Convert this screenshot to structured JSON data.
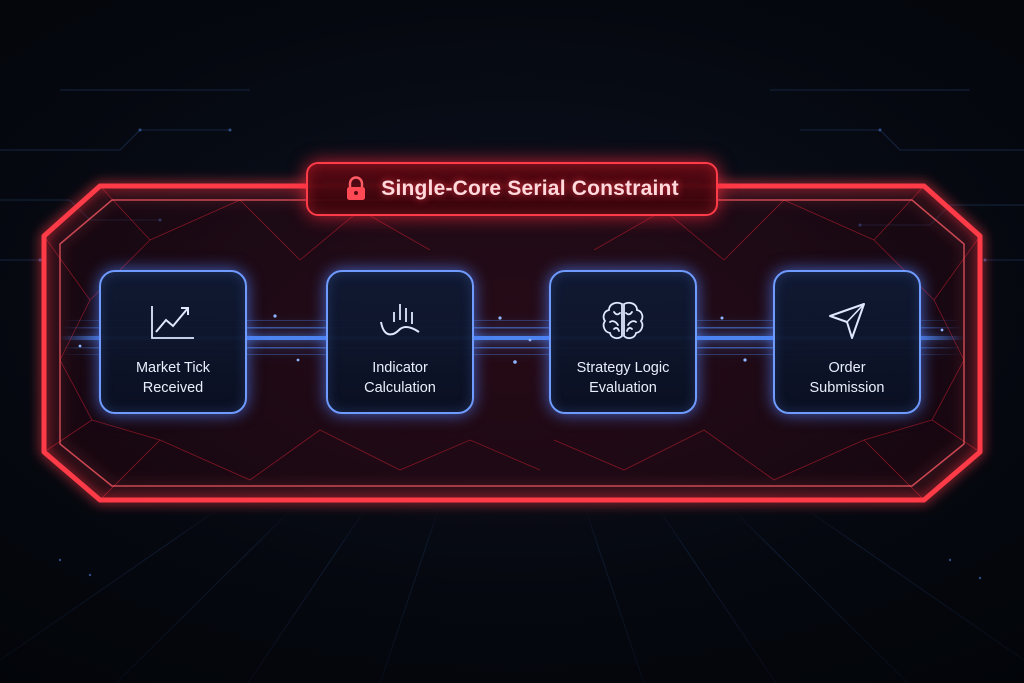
{
  "title": {
    "icon": "lock-icon",
    "text": "Single-Core Serial Constraint"
  },
  "steps": [
    {
      "icon": "rising-line-chart-icon",
      "line1": "Market Tick",
      "line2": "Received"
    },
    {
      "icon": "indicator-wave-icon",
      "line1": "Indicator",
      "line2": "Calculation"
    },
    {
      "icon": "brain-icon",
      "line1": "Strategy Logic",
      "line2": "Evaluation"
    },
    {
      "icon": "paper-plane-icon",
      "line1": "Order",
      "line2": "Submission"
    }
  ],
  "colors": {
    "constraint_red": "#ff3b47",
    "step_blue": "#6f9bff",
    "flow_blue": "#4f8dff",
    "background": "#04070d"
  }
}
